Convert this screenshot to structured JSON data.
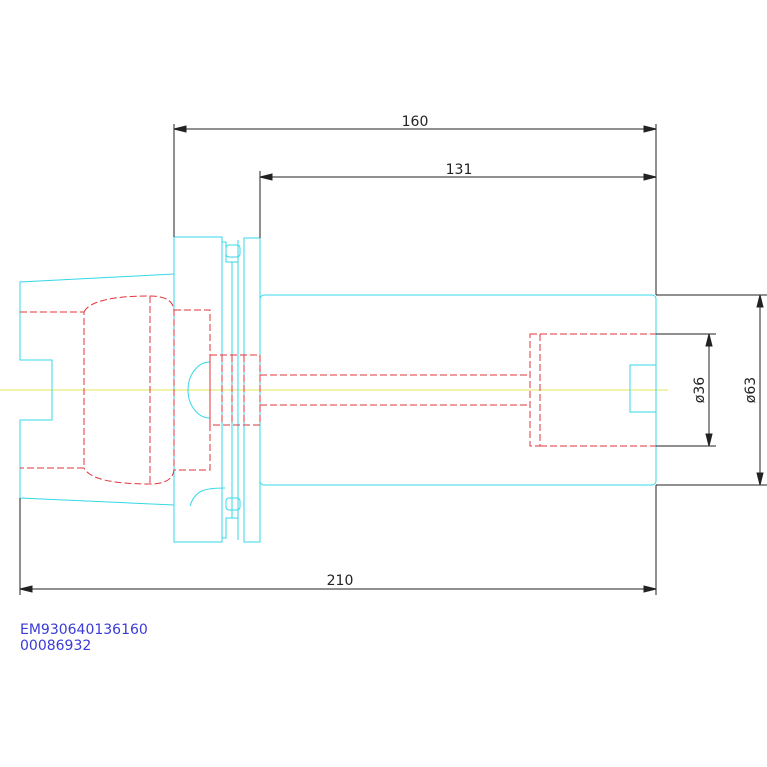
{
  "dimensions": {
    "overall_length": "210",
    "gauge_to_tip": "160",
    "nose_to_tip": "131",
    "bore_diameter": "ø36",
    "outer_diameter": "ø63"
  },
  "part_codes": {
    "line1": "EM930640136160",
    "line2": "00086932"
  },
  "colors": {
    "outline": "#36d7e8",
    "hidden": "#e0353b",
    "centerline": "#e6e65a",
    "dimension": "#222222",
    "code_text": "#3a3ad8"
  }
}
